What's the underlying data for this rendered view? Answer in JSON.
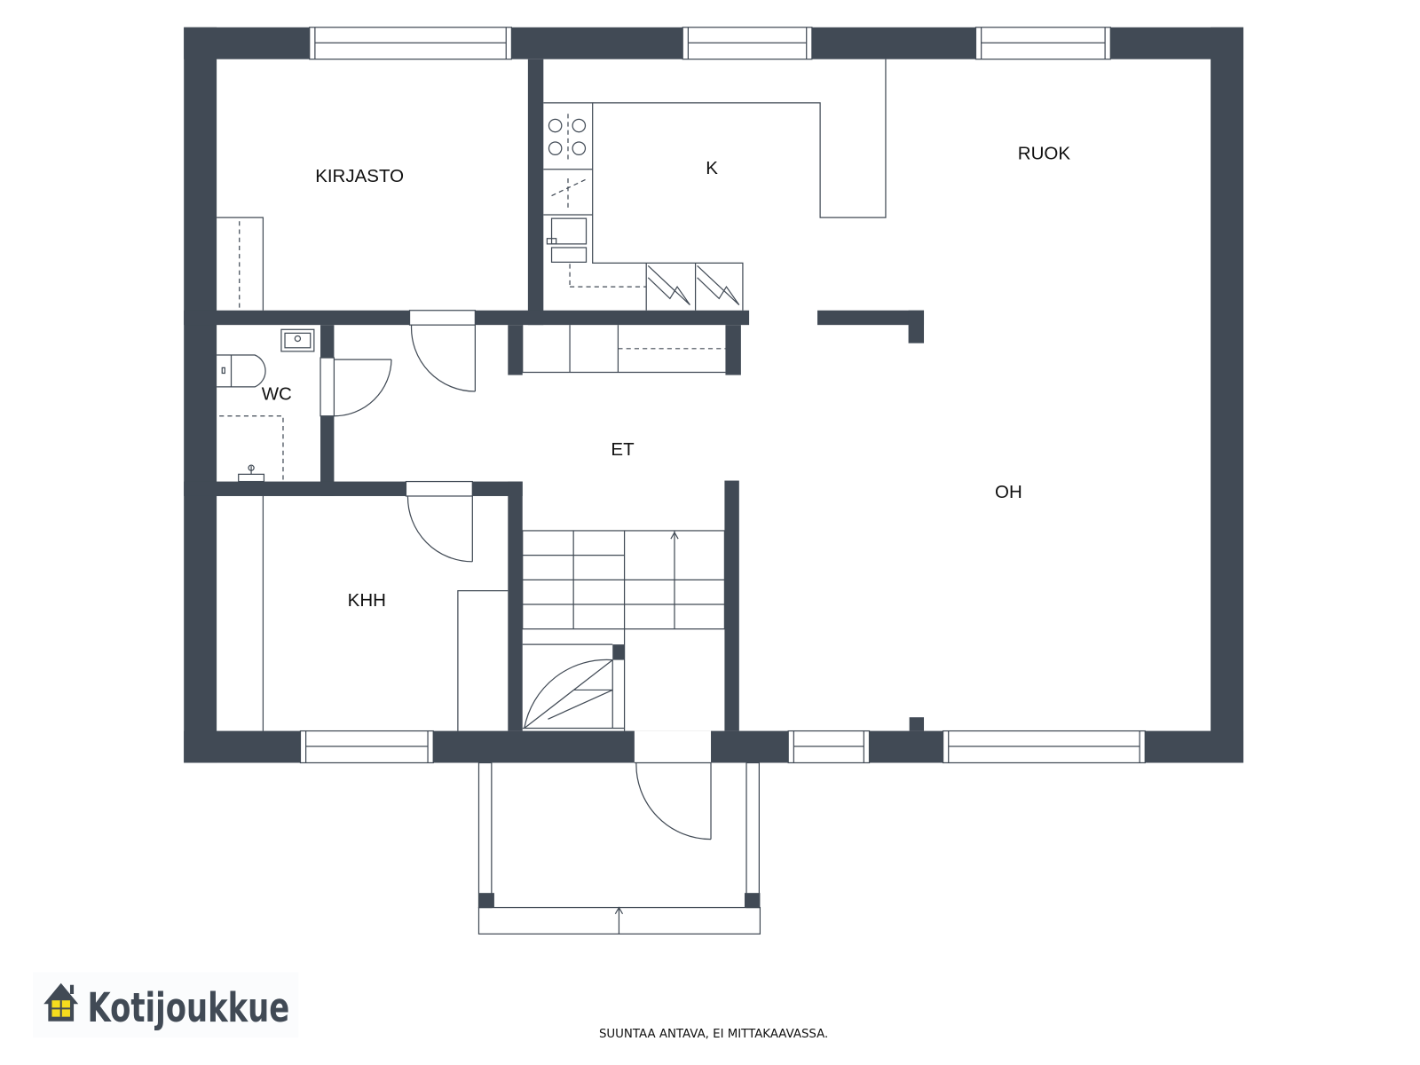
{
  "rooms": {
    "kirjasto": "KIRJASTO",
    "keittio": "K",
    "ruok": "RUOK",
    "wc": "WC",
    "et": "ET",
    "oh": "OH",
    "khh": "KHH"
  },
  "footer": {
    "disclaimer": "SUUNTAA ANTAVA, EI MITTAKAAVASSA."
  },
  "logo": {
    "name": "Kotijoukkue",
    "icon": "house-icon"
  },
  "colors": {
    "wall": "#414a55",
    "logo_window": "#f5dc1e"
  }
}
